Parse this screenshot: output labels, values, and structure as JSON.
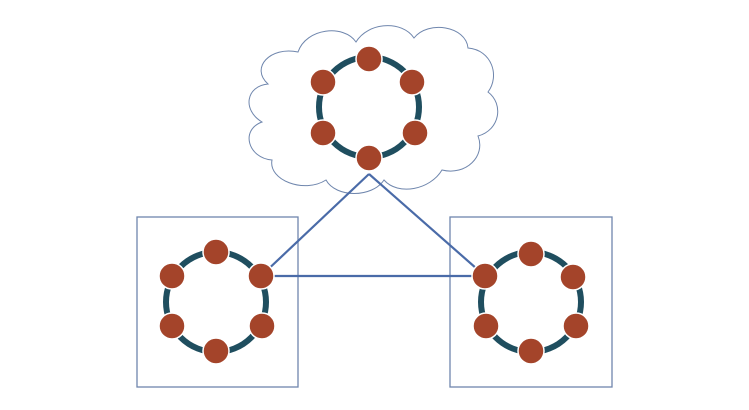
{
  "colors": {
    "background": "#ffffff",
    "outline": "#6f86ad",
    "ring": "#1f4e5f",
    "node": "#a4442a",
    "link": "#4a6ba8"
  },
  "clusters": [
    {
      "id": "cloud",
      "container": "cloud",
      "nodes": 6
    },
    {
      "id": "left-site",
      "container": "box",
      "nodes": 6
    },
    {
      "id": "right-site",
      "container": "box",
      "nodes": 6
    }
  ],
  "links": [
    {
      "from": "cloud",
      "to": "left-site"
    },
    {
      "from": "cloud",
      "to": "right-site"
    },
    {
      "from": "left-site",
      "to": "right-site"
    }
  ]
}
